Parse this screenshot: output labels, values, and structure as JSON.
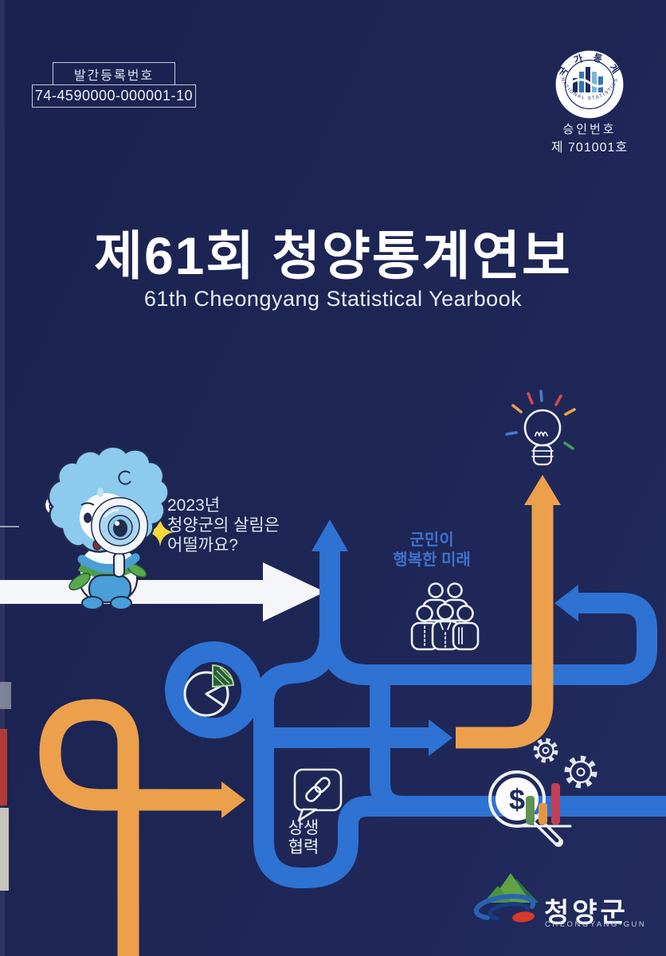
{
  "publication": {
    "label": "발간등록번호",
    "number": "74-4590000-000001-10"
  },
  "emblem": {
    "arc_top": "국 가 통 계",
    "arc_bottom": "NATIONAL STATISTICS",
    "approval_label": "승인번호",
    "approval_number": "제 701001호"
  },
  "title": {
    "korean": "제61회 청양통계연보",
    "english": "61th Cheongyang Statistical Yearbook"
  },
  "callouts": {
    "question": "2023년\n청양군의 살림은\n어떨까요?",
    "future": "군민이\n행복한 미래",
    "cooperation": "상생\n협력"
  },
  "footer_logo": {
    "name": "청양군",
    "romanized": "CHEONGYANG-GUN"
  },
  "icons": {
    "money_symbol": "$",
    "names": [
      "mascot-sheep-magnifier",
      "sparkle-icon",
      "lightbulb-icon",
      "people-group-icon",
      "pie-chart-icon",
      "link-bubble-icon",
      "gear-icon",
      "money-magnifier-icon",
      "bar-chart-icon",
      "national-statistics-emblem",
      "cheongyang-mountain-logo"
    ]
  },
  "colors": {
    "background": "#1e2656",
    "path_blue": "#2e72d3",
    "path_orange": "#eda04b",
    "arrow_white": "#f4f6f9",
    "text_blue": "#3f72cc",
    "icon_line": "#eef2f8",
    "accent_yellow": "#f8d93e",
    "emblem_navy": "#1d2a5e",
    "logo_green": "#5fa344",
    "logo_red": "#d8392b",
    "mascot_blue": "#4a9fd8",
    "mascot_wool": "#8ccaee"
  }
}
